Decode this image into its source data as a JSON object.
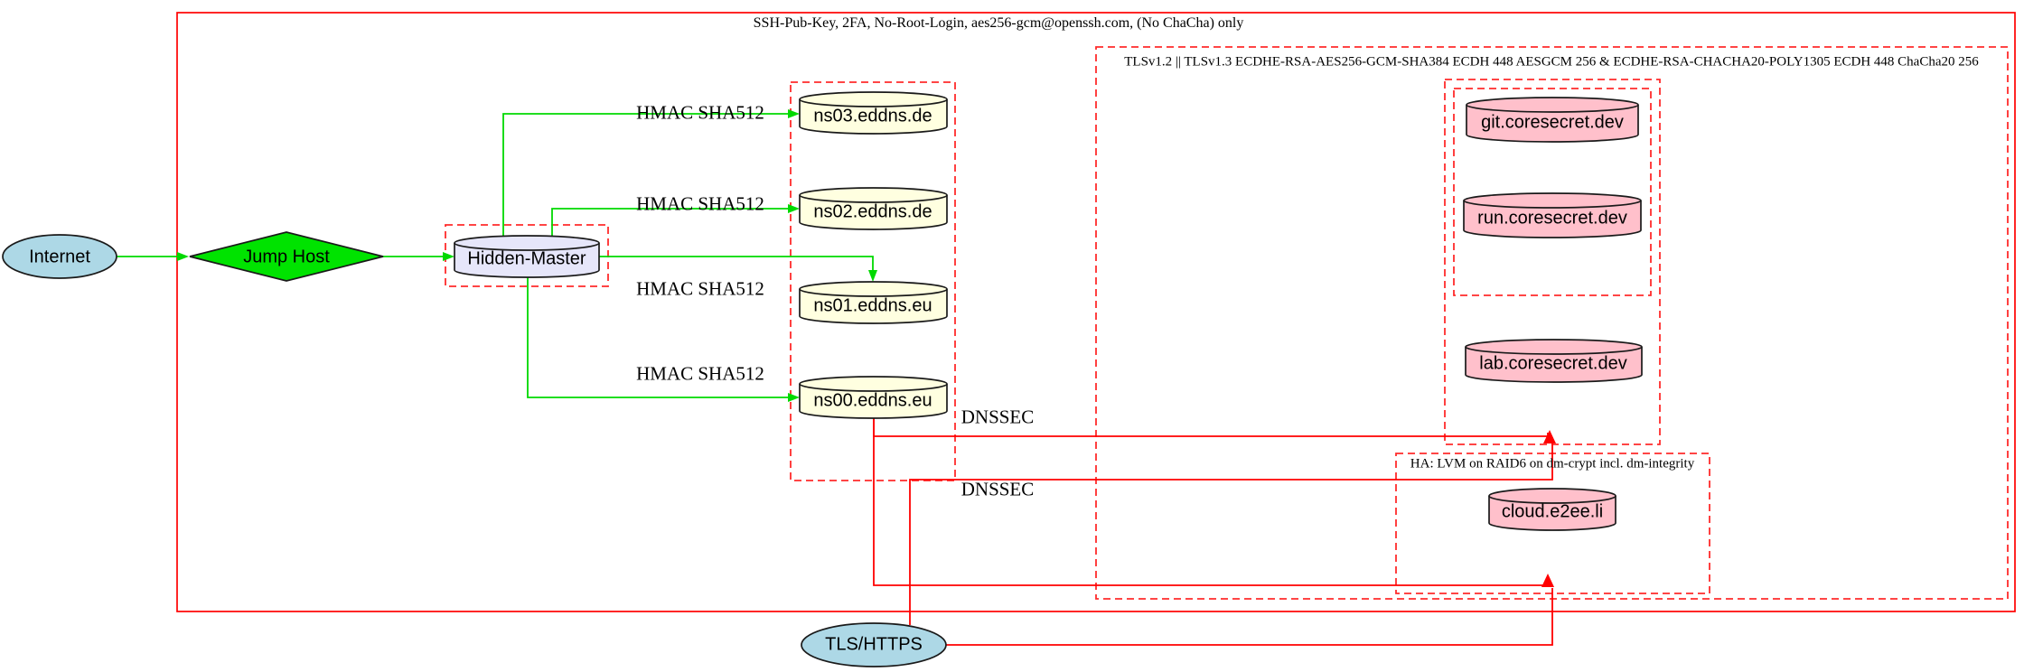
{
  "diagram": {
    "clusters": {
      "ssh": {
        "label": "SSH-Pub-Key, 2FA, No-Root-Login, aes256-gcm@openssh.com, (No ChaCha) only",
        "border": "solid"
      },
      "tls": {
        "label": "TLSv1.2 || TLSv1.3 ECDHE-RSA-AES256-GCM-SHA384 ECDH 448 AESGCM 256 & ECDHE-RSA-CHACHA20-POLY1305 ECDH 448 ChaCha20 256",
        "border": "dashed"
      },
      "dns": {
        "label": "",
        "border": "dashed"
      },
      "hidden_master_box": {
        "label": "",
        "border": "dashed"
      },
      "coresecret_outer": {
        "label": "",
        "border": "dashed"
      },
      "coresecret_inner": {
        "label": "",
        "border": "dashed"
      },
      "ha": {
        "label": "HA: LVM on RAID6 on dm-crypt incl. dm-integrity",
        "border": "dashed"
      }
    },
    "nodes": {
      "internet": {
        "label": "Internet",
        "shape": "ellipse",
        "fill": "#ADD8E6"
      },
      "jump_host": {
        "label": "Jump Host",
        "shape": "diamond",
        "fill": "#00E300"
      },
      "hidden_master": {
        "label": "Hidden-Master",
        "shape": "cylinder",
        "fill": "#E6E6FA"
      },
      "ns03": {
        "label": "ns03.eddns.de",
        "shape": "cylinder",
        "fill": "#FFFFE0"
      },
      "ns02": {
        "label": "ns02.eddns.de",
        "shape": "cylinder",
        "fill": "#FFFFE0"
      },
      "ns01": {
        "label": "ns01.eddns.eu",
        "shape": "cylinder",
        "fill": "#FFFFE0"
      },
      "ns00": {
        "label": "ns00.eddns.eu",
        "shape": "cylinder",
        "fill": "#FFFFE0"
      },
      "git": {
        "label": "git.coresecret.dev",
        "shape": "cylinder",
        "fill": "#FFC0CB"
      },
      "run": {
        "label": "run.coresecret.dev",
        "shape": "cylinder",
        "fill": "#FFC0CB"
      },
      "lab": {
        "label": "lab.coresecret.dev",
        "shape": "cylinder",
        "fill": "#FFC0CB"
      },
      "cloud": {
        "label": "cloud.e2ee.li",
        "shape": "cylinder",
        "fill": "#FFC0CB"
      },
      "tls_https": {
        "label": "TLS/HTTPS",
        "shape": "ellipse",
        "fill": "#ADD8E6"
      }
    },
    "edges": [
      {
        "from": "Internet",
        "to": "Jump Host",
        "label": "",
        "color": "green"
      },
      {
        "from": "Jump Host",
        "to": "Hidden-Master",
        "label": "",
        "color": "green"
      },
      {
        "from": "Hidden-Master",
        "to": "ns03.eddns.de",
        "label": "HMAC SHA512",
        "color": "green"
      },
      {
        "from": "Hidden-Master",
        "to": "ns02.eddns.de",
        "label": "HMAC SHA512",
        "color": "green"
      },
      {
        "from": "Hidden-Master",
        "to": "ns01.eddns.eu",
        "label": "HMAC SHA512",
        "color": "green"
      },
      {
        "from": "Hidden-Master",
        "to": "ns00.eddns.eu",
        "label": "HMAC SHA512",
        "color": "green"
      },
      {
        "from": "ns00.eddns.eu",
        "to": "coresecret-cluster",
        "label": "DNSSEC",
        "color": "red"
      },
      {
        "from": "ns00.eddns.eu",
        "to": "ha-cluster",
        "label": "DNSSEC",
        "color": "red"
      },
      {
        "from": "TLS/HTTPS",
        "to": "coresecret-cluster",
        "label": "",
        "color": "red"
      },
      {
        "from": "TLS/HTTPS",
        "to": "ha-cluster",
        "label": "",
        "color": "red"
      }
    ],
    "colors": {
      "edge_green": "#00D900",
      "edge_red": "#FF0000",
      "cluster_border_dashed": "#FF2B2B",
      "cluster_border_solid": "#FF0000",
      "node_lightblue": "#ADD8E6",
      "node_green": "#00E300",
      "node_lavender": "#E6E6FA",
      "node_lightyellow": "#FFFFE0",
      "node_pink": "#FFC0CB"
    }
  }
}
